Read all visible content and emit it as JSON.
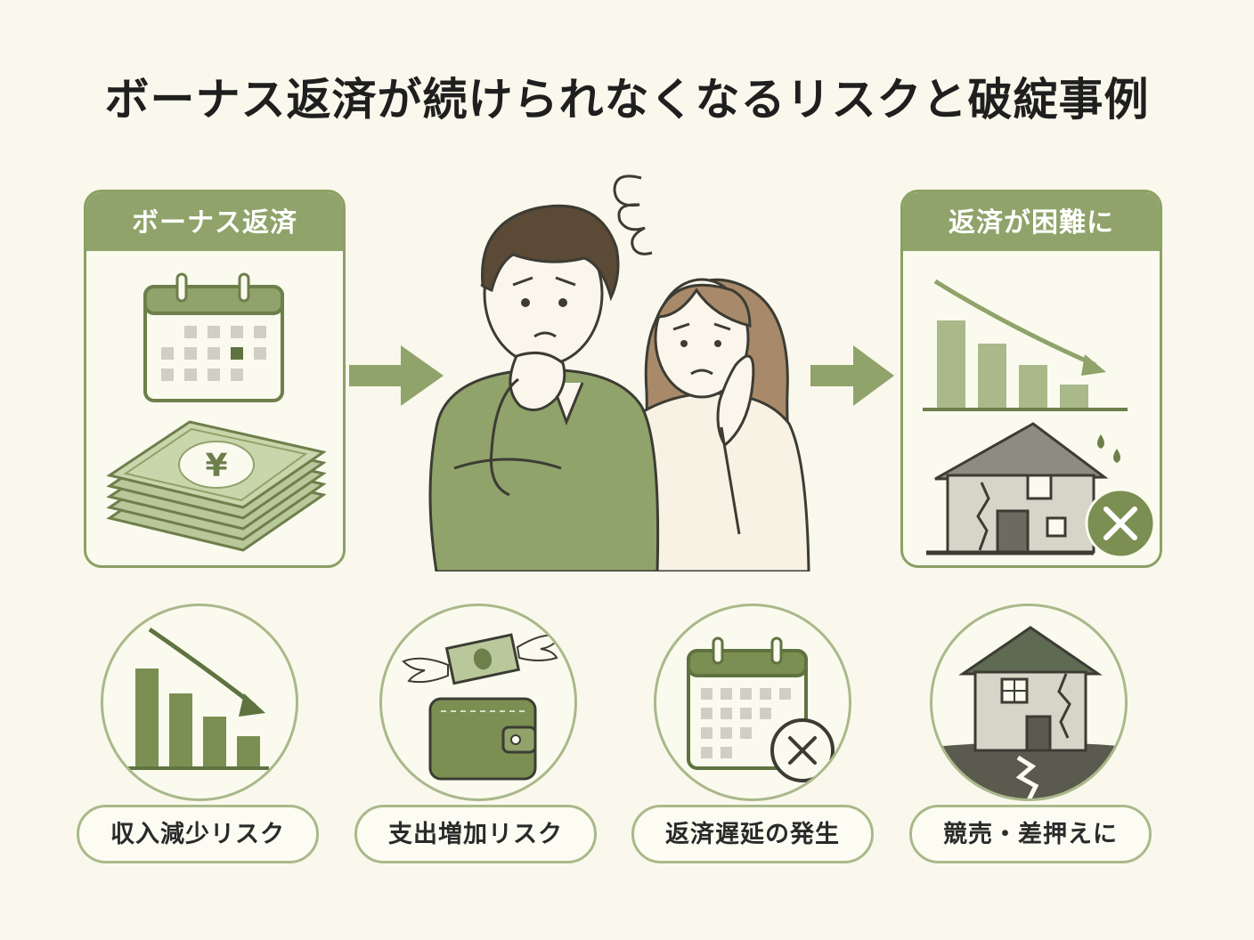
{
  "title": "ボーナス返済が続けられなくなるリスクと破綻事例",
  "flow": {
    "left_card": {
      "header": "ボーナス返済",
      "currency_symbol": "¥"
    },
    "right_card": {
      "header": "返済が困難に"
    }
  },
  "risks": [
    {
      "label": "収入減少リスク",
      "icon": "declining-bar-chart-icon"
    },
    {
      "label": "支出増加リスク",
      "icon": "flying-money-wallet-icon"
    },
    {
      "label": "返済遅延の発生",
      "icon": "calendar-cross-icon"
    },
    {
      "label": "競売・差押えに",
      "icon": "cracked-house-icon"
    }
  ],
  "colors": {
    "background": "#faf8ec",
    "primary_green": "#8fa36a",
    "dark_green": "#6d7f4b",
    "light_green": "#a9b98a",
    "outline": "#3c3c34"
  }
}
